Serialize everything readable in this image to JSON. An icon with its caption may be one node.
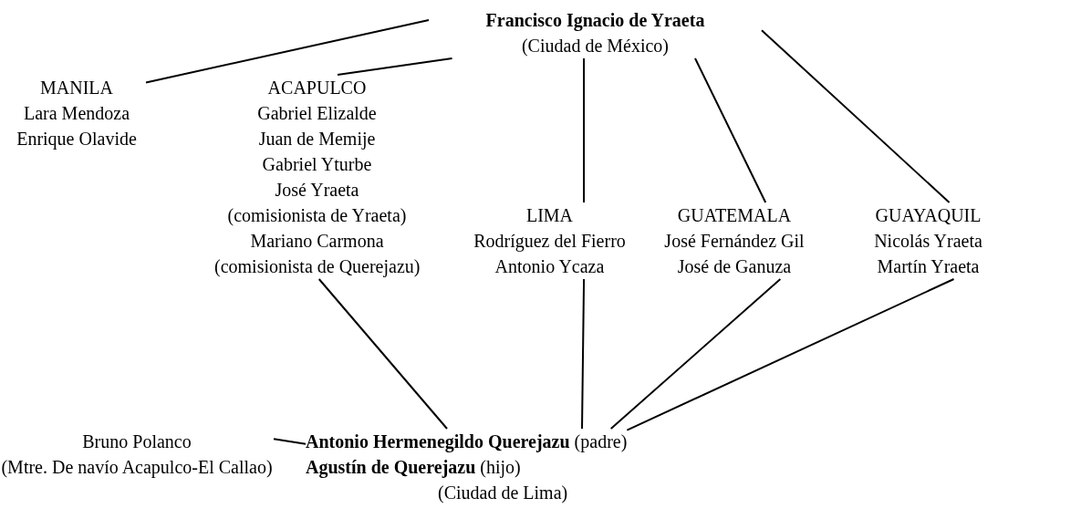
{
  "diagram": {
    "nodes": [
      {
        "text": [
          "Francisco Ignacio de Yraeta",
          "(Ciudad de México)"
        ]
      },
      {
        "text": [
          "MANILA",
          "Lara  Mendoza",
          "Enrique Olavide"
        ]
      },
      {
        "text": [
          "ACAPULCO",
          "Gabriel Elizalde",
          "Juan de Memije",
          "Gabriel Yturbe",
          "José Yraeta",
          "(comisionista de Yraeta)",
          "Mariano Carmona",
          "(comisionista de Querejazu)"
        ]
      },
      {
        "text": [
          "LIMA",
          "Rodríguez del Fierro",
          "Antonio Ycaza"
        ]
      },
      {
        "text": [
          "GUATEMALA",
          "José Fernández Gil",
          "José de Ganuza"
        ]
      },
      {
        "text": [
          "GUAYAQUIL",
          "Nicolás Yraeta",
          "Martín Yraeta"
        ]
      },
      {
        "text": [
          "**Antonio Hermenegildo Querejazu** (padre)",
          "**Agustín de Querejazu** (hijo)",
          "(Ciudad de Lima)"
        ]
      },
      {
        "text": [
          "Bruno Polanco",
          "(Mtre. De navío Acapulco-El Callao)"
        ]
      }
    ],
    "edges": [
      {
        "from": 0,
        "to": 1,
        "arrow": "none"
      },
      {
        "from": 0,
        "to": 2,
        "arrow": "none"
      },
      {
        "from": 0,
        "to": 3,
        "arrow": "none"
      },
      {
        "from": 0,
        "to": 4,
        "arrow": "none"
      },
      {
        "from": 0,
        "to": 5,
        "arrow": "none"
      },
      {
        "from": 2,
        "to": 6,
        "arrow": "none"
      },
      {
        "from": 3,
        "to": 6,
        "arrow": "none"
      },
      {
        "from": 4,
        "to": 6,
        "arrow": "none"
      },
      {
        "from": 5,
        "to": 6,
        "arrow": "none"
      },
      {
        "from": 7,
        "to": 6,
        "arrow": "none"
      }
    ]
  }
}
